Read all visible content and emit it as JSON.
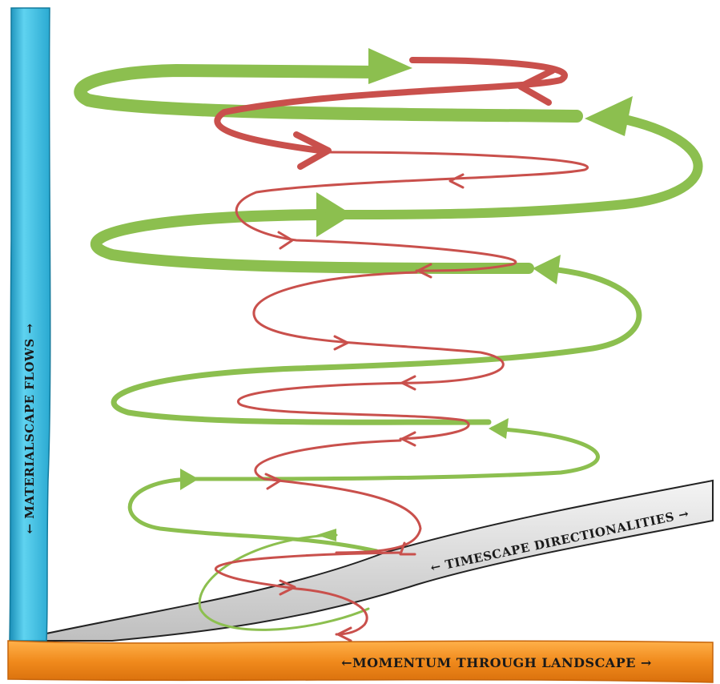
{
  "axes": {
    "vertical_label": "← MATERIALSCAPE FLOWS →",
    "diagonal_label": "← TIMESCAPE DIRECTIONALITIES →",
    "horizontal_label": "←MOMENTUM THROUGH LANDSCAPE →"
  },
  "colors": {
    "vertical_axis": "#2fb8dc",
    "horizontal_axis": "#f08a1c",
    "diagonal_axis": "#d9d9d9",
    "green_flow": "#8cbf4f",
    "red_flow": "#c9504c"
  }
}
